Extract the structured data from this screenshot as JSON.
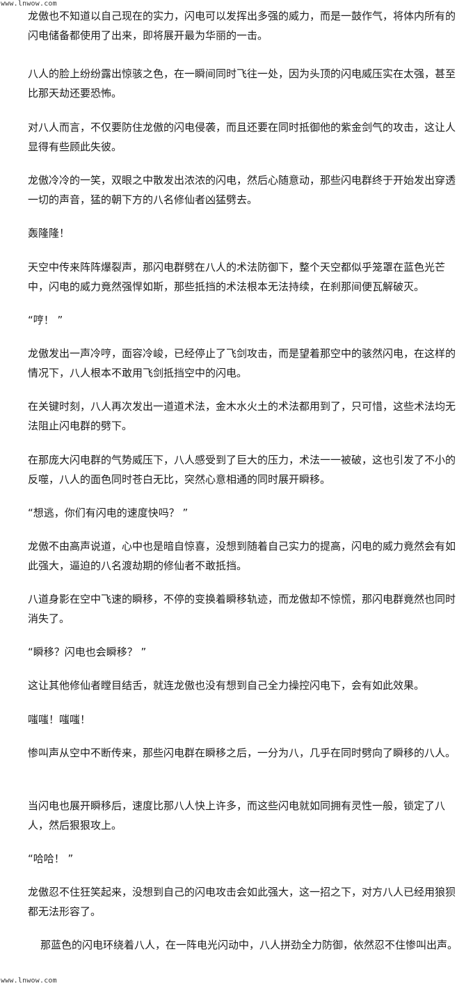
{
  "watermark": {
    "top": "www.lnwow.com",
    "bottom": "www.lnwow.com"
  },
  "paragraphs": [
    "龙傲也不知道以自己现在的实力，闪电可以发挥出多强的威力，而是一鼓作气，将体内所有的闪电储备都使用了出来，即将展开最为华丽的一击。",
    "八人的脸上纷纷露出惊骇之色，在一瞬间同时飞往一处，因为头顶的闪电威压实在太强，甚至比那天劫还要恐怖。",
    "对八人而言，不仅要防住龙傲的闪电侵袭，而且还要在同时抵御他的紫金剑气的攻击，这让人显得有些顾此失彼。",
    "龙傲冷冷的一笑，双眼之中散发出浓浓的闪电，然后心随意动，那些闪电群终于开始发出穿透一切的声音，猛的朝下方的八名修仙者凶猛劈去。",
    "轰隆隆！",
    "天空中传来阵阵爆裂声，那闪电群劈在八人的术法防御下，整个天空都似乎笼罩在蓝色光芒中，闪电的威力竟然强悍如斯，那些抵挡的术法根本无法持续，在刹那间便瓦解破灭。",
    "“哼！ ”",
    "龙傲发出一声冷哼，面容冷峻，已经停止了飞剑攻击，而是望着那空中的骇然闪电，在这样的情况下，八人根本不敢用飞剑抵挡空中的闪电。",
    "在关键时刻，八人再次发出一道道术法，金木水火土的术法都用到了，只可惜，这些术法均无法阻止闪电群的劈下。",
    "在那庞大闪电群的气势威压下，八人感受到了巨大的压力，术法一一被破，这也引发了不小的反噬，八人的面色同时苍白无比，突然心意相通的同时展开瞬移。",
    "“想逃，你们有闪电的速度快吗？ ”",
    "龙傲不由高声说道，心中也是暗自惊喜，没想到随着自己实力的提高，闪电的威力竟然会有如此强大，逼迫的八名渡劫期的修仙者不敢抵挡。",
    "八道身影在空中飞速的瞬移，不停的变换着瞬移轨迹，而龙傲却不惊慌，那闪电群竟然也同时消失了。",
    "“瞬移？闪电也会瞬移？ ”",
    "这让其他修仙者瞠目结舌，就连龙傲也没有想到自己全力操控闪电下，会有如此效果。",
    "嗤嗤！嗤嗤！",
    "惨叫声从空中不断传来，那些闪电群在瞬移之后，一分为八，几乎在同时劈向了瞬移的八人。",
    "当闪电也展开瞬移后，速度比那八人快上许多，而这些闪电就如同拥有灵性一般，锁定了八人，然后狠狠攻上。",
    "“哈哈！ ”",
    "龙傲忍不住狂笑起来，没想到自己的闪电攻击会如此强大，这一招之下，对方八人已经用狼狈都无法形容了。",
    "那蓝色的闪电环绕着八人，在一阵电光闪动中，八人拼劲全力防御，依然忍不住惨叫出声。"
  ]
}
